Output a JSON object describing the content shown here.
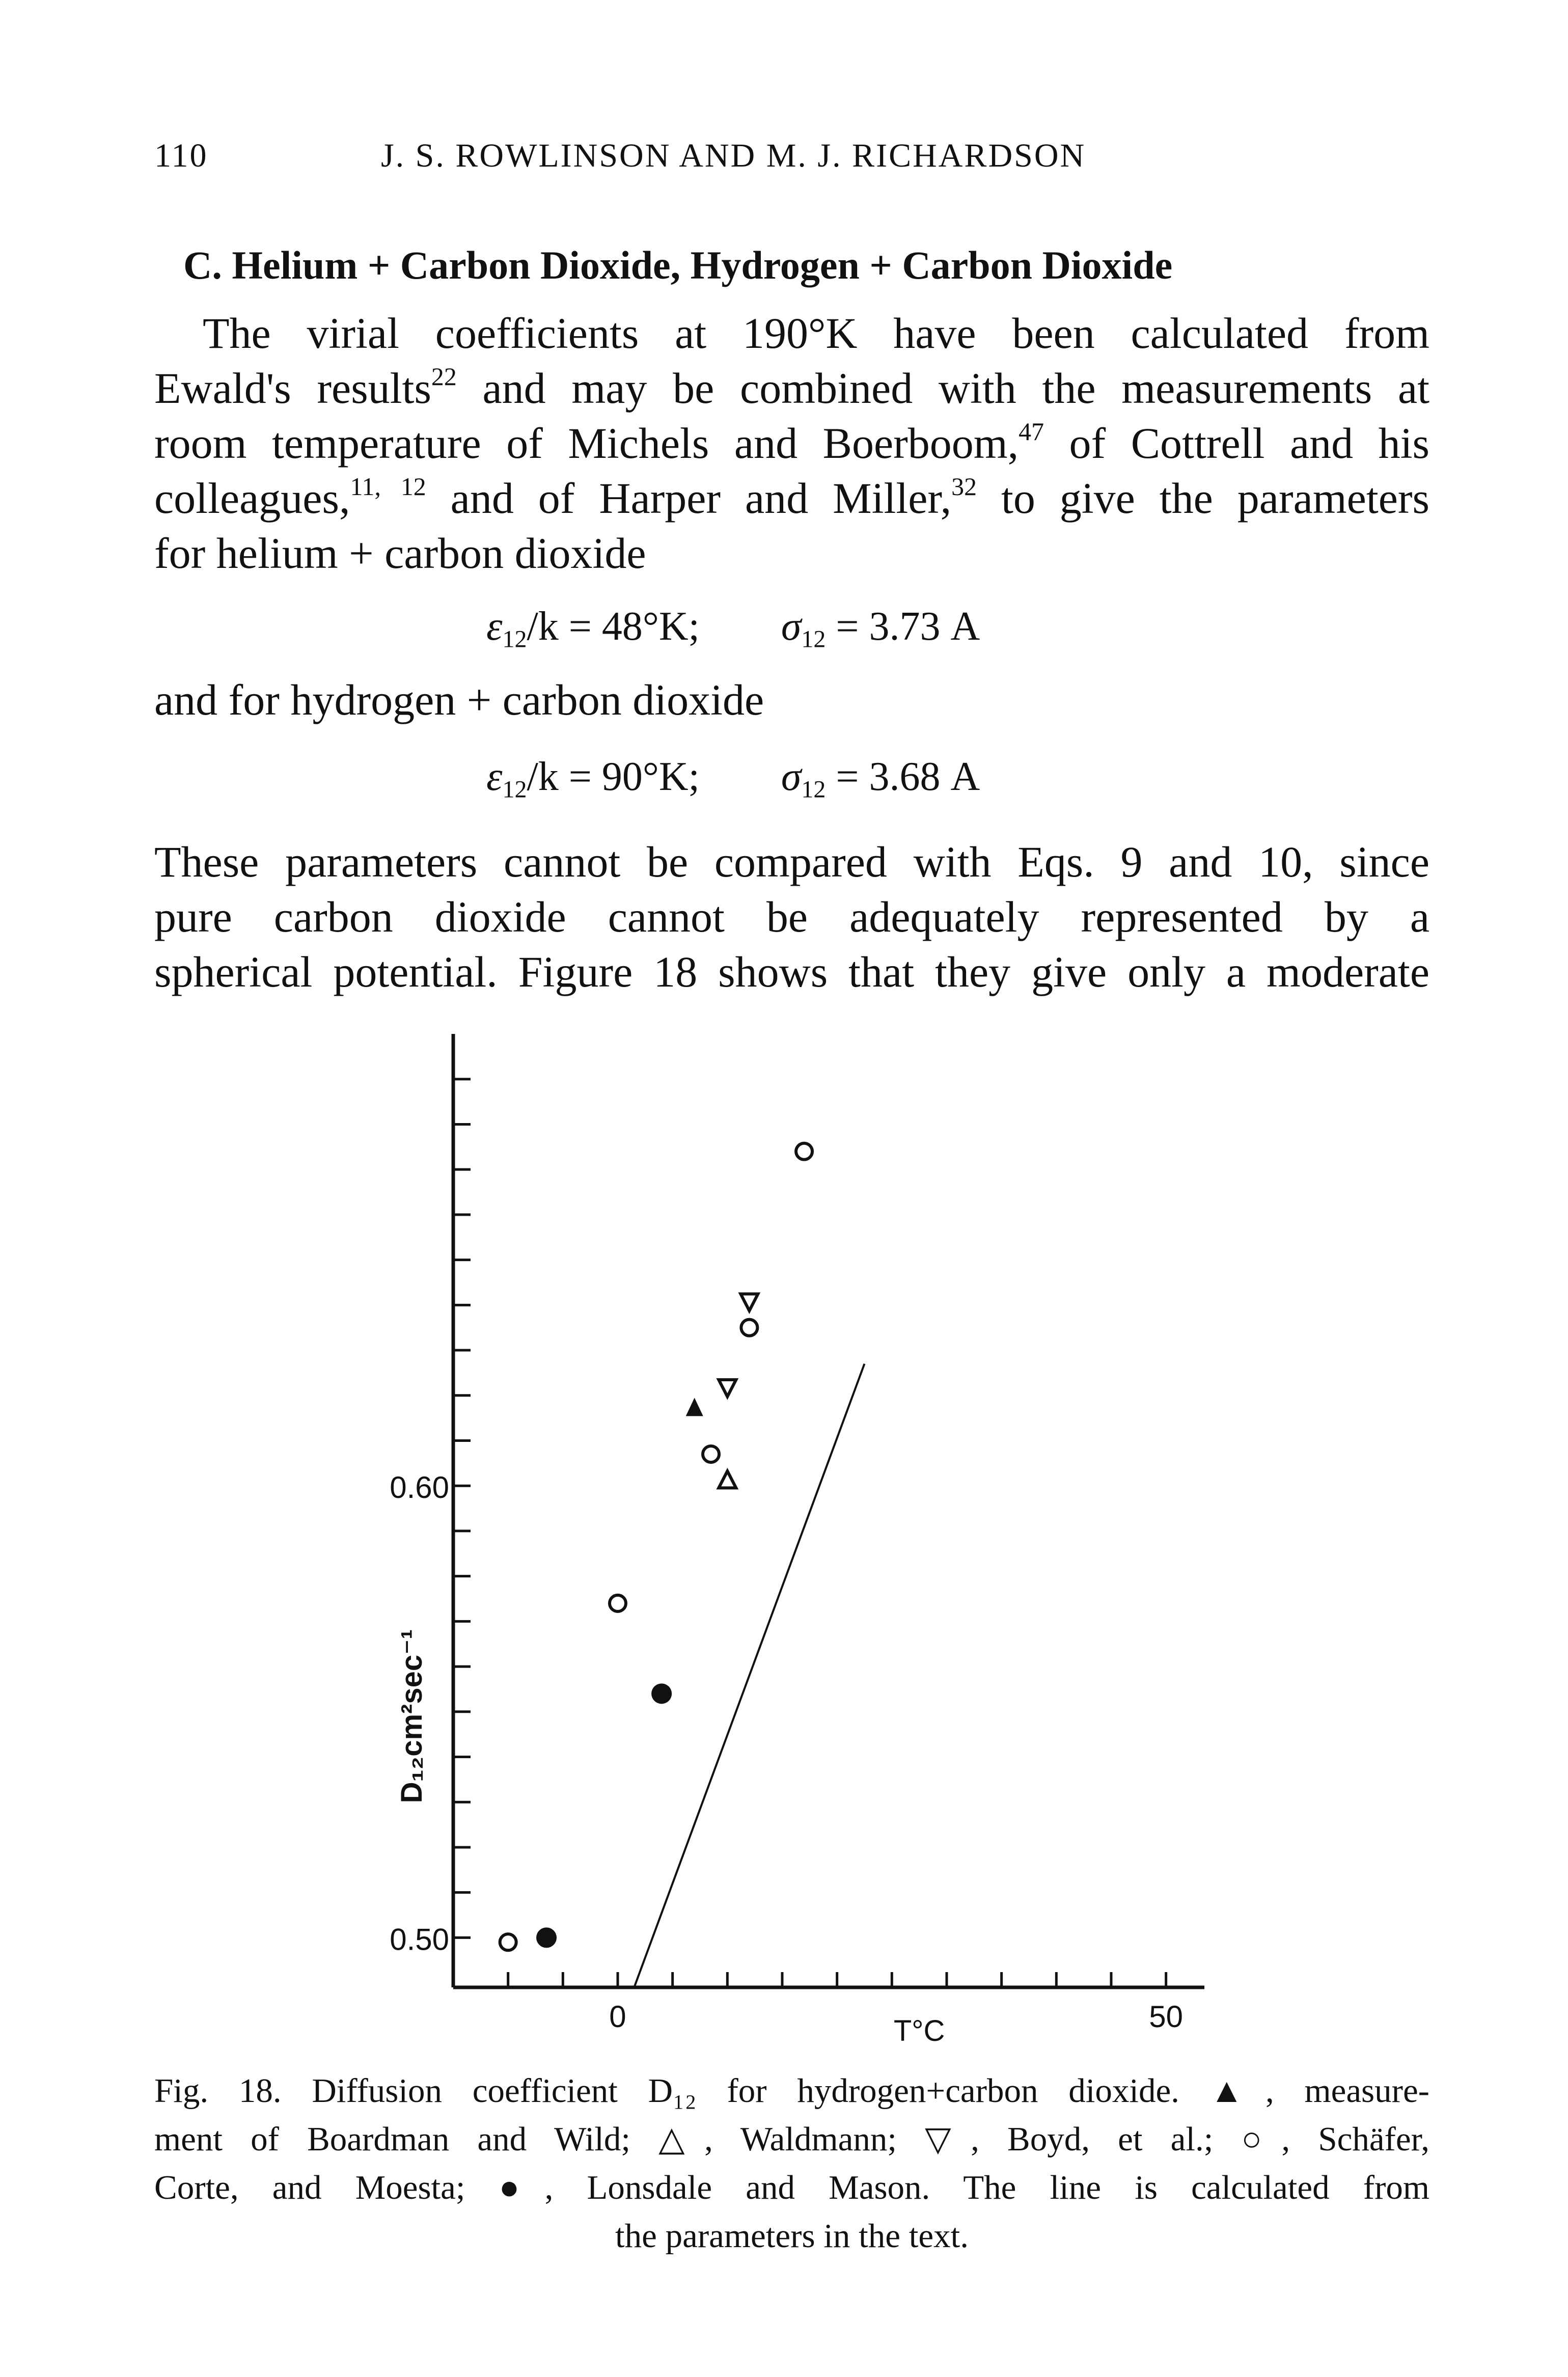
{
  "running_head": {
    "page_number": "110",
    "authors": "J. S. ROWLINSON AND M. J. RICHARDSON"
  },
  "section_heading": "C. Helium + Carbon Dioxide, Hydrogen + Carbon Dioxide",
  "paragraph1": {
    "lines": [
      "The virial coefficients at 190°K have been calculated from",
      "Ewald's results",
      "and may be combined with the measurements at",
      "room temperature of Michels and Boerboom,",
      "of Cottrell and his",
      "colleagues,",
      "and of Harper and Miller,",
      "to give the parameters",
      "for helium + carbon dioxide"
    ],
    "refs": [
      "22",
      "47",
      "11, 12",
      "32"
    ]
  },
  "formula1": {
    "eps_label": "ε",
    "eps_sub": "12",
    "eps_rest": "/k = 48°K;",
    "sigma_label": "σ",
    "sigma_sub": "12",
    "sigma_rest": "= 3.73 A"
  },
  "connector": "and for hydrogen + carbon dioxide",
  "formula2": {
    "eps_label": "ε",
    "eps_sub": "12",
    "eps_rest": "/k = 90°K;",
    "sigma_label": "σ",
    "sigma_sub": "12",
    "sigma_rest": "= 3.68 A"
  },
  "paragraph2": {
    "lines": [
      "These parameters cannot be compared with Eqs. 9 and 10, since",
      "pure carbon dioxide cannot be adequately represented by a",
      "spherical potential. Figure 18 shows that they give only a moderate"
    ]
  },
  "chart_data": {
    "type": "scatter",
    "xlabel": "T°C",
    "ylabel": "D₁₂cm²sec⁻¹",
    "x_tick_labels": [
      "0",
      "50"
    ],
    "y_tick_labels": [
      "0.60",
      "0.50"
    ],
    "xlim": [
      -15,
      53.5
    ],
    "ylim": [
      0.489,
      0.7
    ],
    "x_minor_step": 5,
    "y_minor_step": 0.01,
    "series": [
      {
        "name": "Boardman and Wild",
        "marker": "filled-triangle",
        "points": [
          [
            7,
            0.617
          ]
        ]
      },
      {
        "name": "Waldmann",
        "marker": "open-triangle",
        "points": [
          [
            10,
            0.601
          ]
        ]
      },
      {
        "name": "Boyd, et al.",
        "marker": "open-inverted-triangle",
        "points": [
          [
            10,
            0.622
          ],
          [
            12,
            0.641
          ]
        ]
      },
      {
        "name": "Schäfer, Corte, and Moesta",
        "marker": "open-circle",
        "points": [
          [
            -10,
            0.499
          ],
          [
            0,
            0.574
          ],
          [
            8.5,
            0.607
          ],
          [
            12,
            0.635
          ],
          [
            17,
            0.674
          ]
        ]
      },
      {
        "name": "Lonsdale and Mason",
        "marker": "filled-circle",
        "points": [
          [
            -6.5,
            0.5
          ],
          [
            4,
            0.554
          ]
        ]
      }
    ],
    "calculated_line": [
      [
        1.5,
        0.489
      ],
      [
        22.5,
        0.627
      ]
    ]
  },
  "caption": {
    "lines": [
      "Fig. 18. Diffusion coefficient D₁₂ for hydrogen+carbon dioxide. ▲, measure-",
      "ment of Boardman and Wild; △, Waldmann; ▽, Boyd, et al.; ○, Schäfer,",
      "Corte, and Moesta; ●, Lonsdale and Mason. The line is calculated from",
      "the parameters in the text."
    ]
  }
}
